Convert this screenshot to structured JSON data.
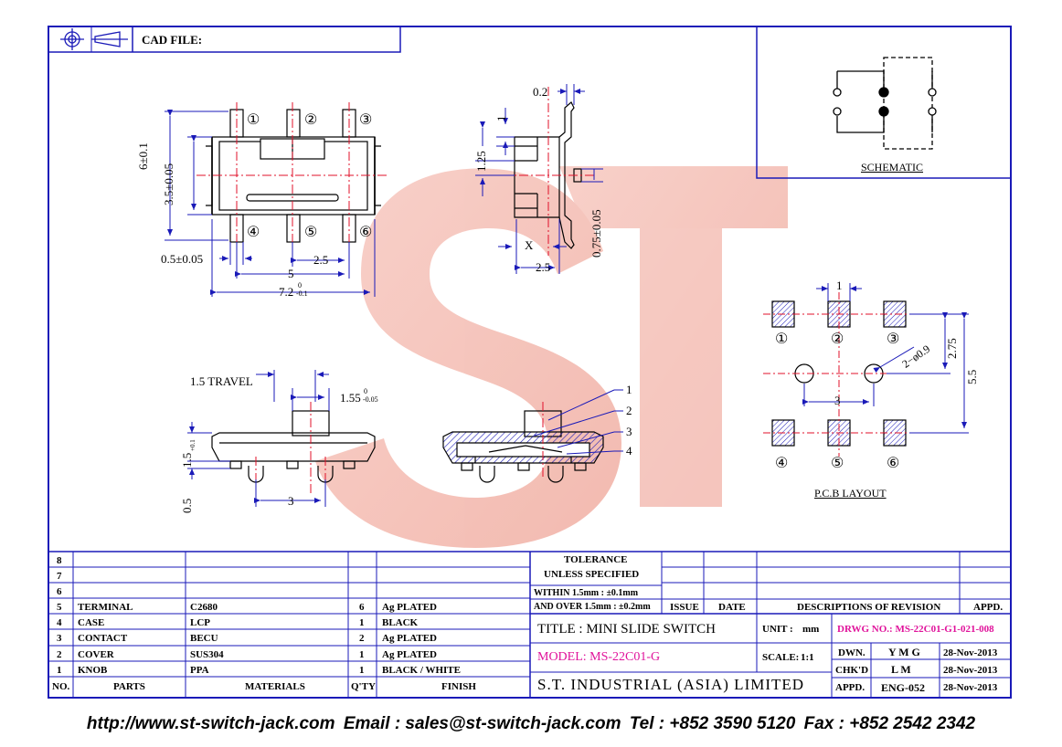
{
  "header": {
    "cad_file_label": "CAD FILE:"
  },
  "watermark": "ST",
  "schematic": {
    "title": "SCHEMATIC"
  },
  "top_view": {
    "pin_labels": [
      "①",
      "②",
      "③",
      "④",
      "⑤",
      "⑥"
    ],
    "dims": {
      "height_total": "6±0.1",
      "height_inner": "3.5±0.05",
      "pin_width": "0.5±0.05",
      "pitch": "2.5",
      "span": "5",
      "length": "7.2",
      "length_tol_upper": "0",
      "length_tol_lower": "-0.1"
    }
  },
  "side_view_right": {
    "dims": {
      "top": "0.2",
      "one": "1",
      "height": "1.25",
      "x_label": "X",
      "pitch": "2.5",
      "depth": "0.75±0.05"
    }
  },
  "front_view": {
    "travel_label": "1.5 TRAVEL",
    "knob_dim": "1.55",
    "knob_tol_upper": "0",
    "knob_tol_lower": "-0.05",
    "height_dim": "1.5",
    "height_tol_upper": "+0.1",
    "height_tol_lower": "0",
    "leg_dim": "0.5",
    "span_dim": "3"
  },
  "section_view": {
    "callouts": [
      "1",
      "2",
      "3",
      "4"
    ]
  },
  "pcb_layout": {
    "title": "P.C.B LAYOUT",
    "pad_labels": [
      "①",
      "②",
      "③",
      "④",
      "⑤",
      "⑥"
    ],
    "dims": {
      "pad": "1",
      "hole": "2−ø0.9",
      "half_height": "2.75",
      "height": "5.5",
      "hole_span": "3"
    }
  },
  "bom": {
    "empty_rows": [
      "8",
      "7",
      "6"
    ],
    "rows": [
      {
        "no": "5",
        "part": "TERMINAL",
        "material": "C2680",
        "qty": "6",
        "finish": "Ag PLATED"
      },
      {
        "no": "4",
        "part": "CASE",
        "material": "LCP",
        "qty": "1",
        "finish": "BLACK"
      },
      {
        "no": "3",
        "part": "CONTACT",
        "material": "BECU",
        "qty": "2",
        "finish": "Ag PLATED"
      },
      {
        "no": "2",
        "part": "COVER",
        "material": "SUS304",
        "qty": "1",
        "finish": "Ag PLATED"
      },
      {
        "no": "1",
        "part": "KNOB",
        "material": "PPA",
        "qty": "1",
        "finish": "BLACK / WHITE"
      }
    ],
    "headers": {
      "no": "NO.",
      "part": "PARTS",
      "material": "MATERIALS",
      "qty": "Q'TY",
      "finish": "FINISH"
    }
  },
  "tolerance": {
    "title_line1": "TOLERANCE",
    "title_line2": "UNLESS   SPECIFIED",
    "within": "WITHIN  1.5mm  : ±0.1mm",
    "over": "AND OVER 1.5mm : ±0.2mm"
  },
  "revision": {
    "issue": "ISSUE",
    "date": "DATE",
    "descriptions": "DESCRIPTIONS  OF  REVISION",
    "appd": "APPD."
  },
  "title_block": {
    "title": "TITLE : MINI SLIDE SWITCH",
    "model": "MODEL: MS-22C01-G",
    "company": "S.T.  INDUSTRIAL  (ASIA)  LIMITED",
    "unit_label": "UNIT :",
    "unit_value": "mm",
    "scale_label": "SCALE:",
    "scale_value": "1:1",
    "drwg_no": "DRWG NO.: MS-22C01-G1-021-008",
    "dwn_label": "DWN.",
    "dwn_value": "Y M G",
    "dwn_date": "28-Nov-2013",
    "chkd_label": "CHK'D",
    "chkd_value": "L M",
    "chkd_date": "28-Nov-2013",
    "appd_label": "APPD.",
    "appd_value": "ENG-052",
    "appd_date": "28-Nov-2013"
  },
  "footer": {
    "website": "http://www.st-switch-jack.com",
    "email": "Email : sales@st-switch-jack.com",
    "tel": "Tel : +852 3590 5120",
    "fax": "Fax : +852 2542 2342"
  },
  "colors": {
    "frame": "#1a1ab8",
    "centerline": "#e0102a",
    "drawing": "#000000",
    "watermark": "#f4b7ae",
    "magenta": "#e0139b"
  }
}
